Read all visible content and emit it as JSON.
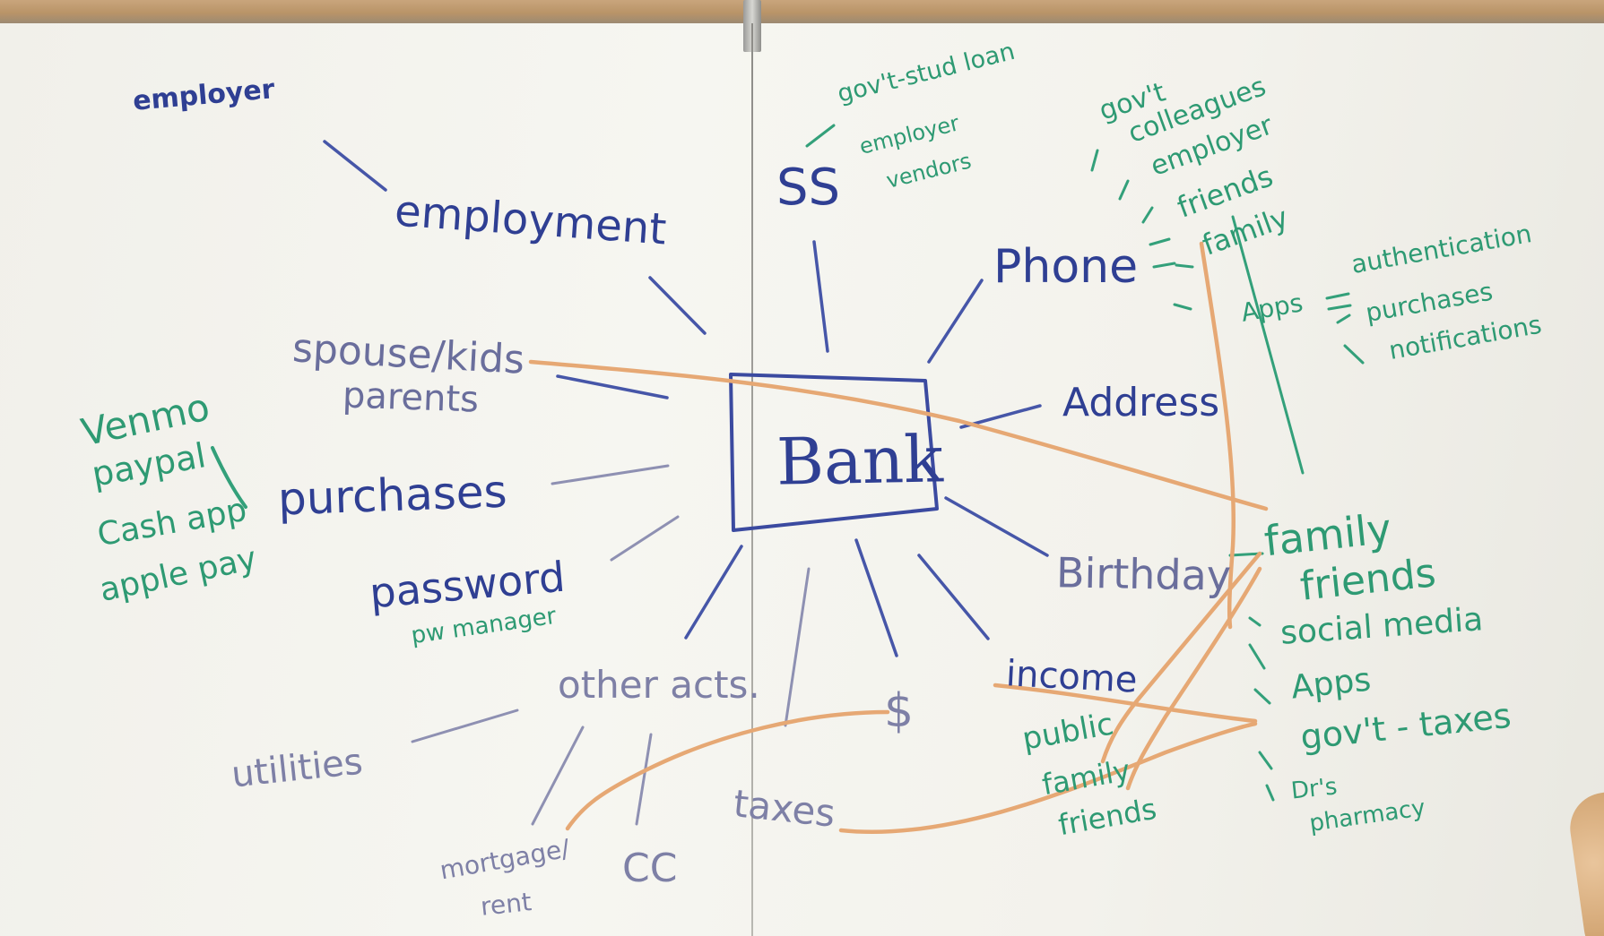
{
  "colors": {
    "blue_marker": "#2f3f93",
    "green_marker": "#2e9a73",
    "orange_marker": "#e3a36d",
    "faded_marker": "#7e80a6",
    "board": "#f4f3ee"
  },
  "center": {
    "label": "Bank"
  },
  "nodes": {
    "employer": "employer",
    "employment": "employment",
    "ss": "SS",
    "ss_govt_student_loan": "gov't-stud loan",
    "ss_employer": "employer",
    "ss_vendors": "vendors",
    "phone": "Phone",
    "phone_govt": "gov't",
    "phone_colleagues": "colleagues",
    "phone_employer": "employer",
    "phone_friends": "friends",
    "phone_family": "family",
    "phone_apps": "Apps",
    "apps_authentication": "authentication",
    "apps_purchases": "purchases",
    "apps_notifications": "notifications",
    "spouse_kids": "spouse/kids",
    "parents": "parents",
    "address": "Address",
    "venmo": "Venmo",
    "paypal": "paypal",
    "cash_app": "Cash app",
    "apple_pay": "apple pay",
    "purchases": "purchases",
    "password": "password",
    "pw_manager": "pw manager",
    "birthday": "Birthday",
    "bday_family": "family",
    "bday_friends": "friends",
    "social_media": "social media",
    "bday_apps": "Apps",
    "govt_taxes": "gov't - taxes",
    "drs": "Dr's",
    "pharmacy": "pharmacy",
    "other_accts": "other acts.",
    "dollar": "$",
    "income": "income",
    "income_public": "public",
    "income_family": "family",
    "income_friends": "friends",
    "utilities": "utilities",
    "taxes": "taxes",
    "mortgage": "mortgage/",
    "rent": "rent",
    "cc": "CC"
  }
}
